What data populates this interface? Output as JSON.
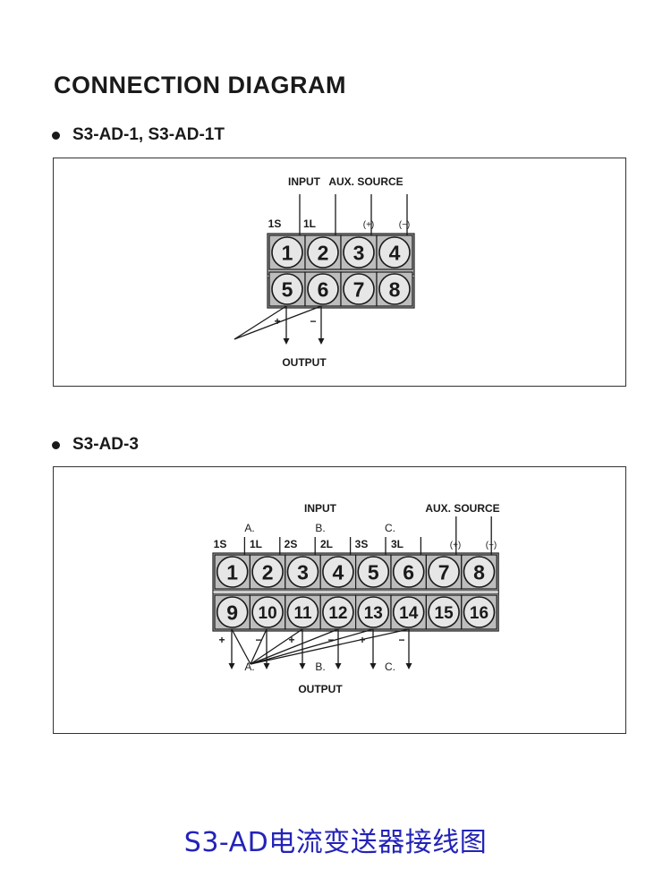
{
  "page": {
    "title": "CONNECTION  DIAGRAM",
    "caption": "S3-AD电流变送器接线图",
    "colors": {
      "text": "#1a1a1a",
      "caption": "#2323b8",
      "terminal_fill": "#e6e6e6",
      "block_fill": "#bdbdbd"
    }
  },
  "sections": [
    {
      "heading": "S3-AD-1, S3-AD-1T",
      "input_label": "INPUT",
      "aux_label": "AUX. SOURCE",
      "output_label": "OUTPUT",
      "top_terminals": [
        "1",
        "2",
        "3",
        "4"
      ],
      "bottom_terminals": [
        "5",
        "6",
        "7",
        "8"
      ],
      "top_pin_labels": [
        "1S",
        "1L",
        "(+)",
        "(−)"
      ],
      "output_signs": [
        "+",
        "−"
      ]
    },
    {
      "heading": "S3-AD-3",
      "input_label": "INPUT",
      "aux_label": "AUX. SOURCE",
      "output_label": "OUTPUT",
      "phase_labels": [
        "A.",
        "B.",
        "C."
      ],
      "output_phase_labels": [
        "A.",
        "B.",
        "C."
      ],
      "top_terminals": [
        "1",
        "2",
        "3",
        "4",
        "5",
        "6",
        "7",
        "8"
      ],
      "bottom_terminals": [
        "9",
        "10",
        "11",
        "12",
        "13",
        "14",
        "15",
        "16"
      ],
      "top_pin_labels": [
        "1S",
        "1L",
        "2S",
        "2L",
        "3S",
        "3L",
        "(+)",
        "(−)"
      ],
      "output_signs": [
        "+",
        "−",
        "+",
        "−",
        "+",
        "−"
      ]
    }
  ]
}
